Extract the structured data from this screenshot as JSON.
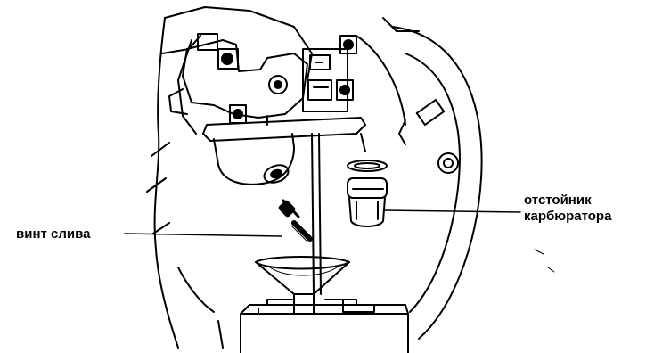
{
  "labels": {
    "drain_screw": "винт слива",
    "sediment_bowl_line1": "отстойник",
    "sediment_bowl_line2": "карбюратора"
  },
  "colors": {
    "ink": "#000000",
    "paper": "#ffffff"
  }
}
